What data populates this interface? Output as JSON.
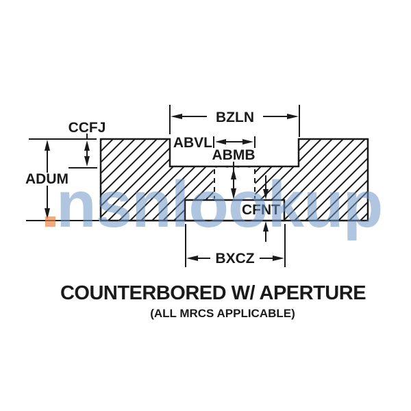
{
  "figure": {
    "title": "COUNTERBORED W/ APERTURE",
    "subtitle": "(ALL MRCS APPLICABLE)",
    "dimension_labels": {
      "ccfj": "CCFJ",
      "adum": "ADUM",
      "bzln": "BZLN",
      "abvl": "ABVL",
      "abmb": "ABMB",
      "cfnt": "CFNT",
      "bxcz": "BXCZ"
    }
  },
  "watermark": {
    "text": "nsnlookup",
    "text_color": "#6f96c4",
    "accent_color": "#e8803c"
  },
  "colors": {
    "diagram_line": "#1a1a1a",
    "background": "#ffffff"
  }
}
